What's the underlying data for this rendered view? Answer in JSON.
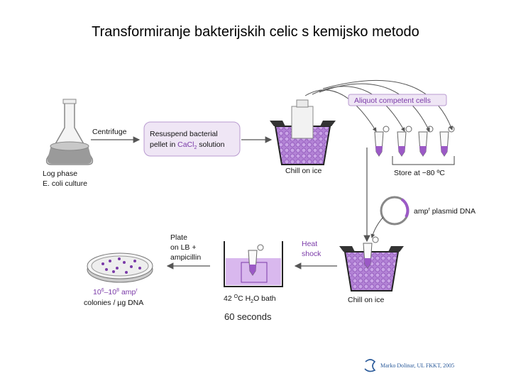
{
  "slide": {
    "title": "Transformiranje bakterijskih celic s kemijsko metodo",
    "timer_note": "60 seconds",
    "credit": "Marko Dolinar, UL FKKT, 2005"
  },
  "diagram": {
    "flask_label_1": "Log phase",
    "flask_label_2": "E. coli culture",
    "arrow_centrifuge": "Centrifuge",
    "resuspend_1": "Resuspend bacterial",
    "resuspend_2a": "pellet in ",
    "resuspend_chem": "CaCl",
    "resuspend_sub": "2",
    "resuspend_2b": " solution",
    "chill_1": "Chill on ice",
    "aliquot": "Aliquot competent cells",
    "store_a": "Store at ",
    "store_b": "80 ºC",
    "plasmid_a": "amp",
    "plasmid_sup": "r",
    "plasmid_b": " plasmid DNA",
    "chill_2": "Chill on ice",
    "heat_1": "Heat",
    "heat_2": "shock",
    "bath_a": "42 ",
    "bath_deg": "O",
    "bath_b": "C H",
    "bath_sub": "2",
    "bath_c": "O bath",
    "plate_1": "Plate",
    "plate_2": "on LB +",
    "plate_3": "ampicillin",
    "colonies_a": "10",
    "colonies_e1": "6",
    "colonies_b": "–10",
    "colonies_e2": "8",
    "colonies_c": " amp",
    "colonies_sup": "r",
    "colonies_d": "colonies / ",
    "colonies_mu": "µg DNA"
  },
  "colors": {
    "cells": "#9b59c6",
    "label_accent": "#7a3aa8",
    "box_fill": "#efe6f5",
    "arrow": "#555555"
  }
}
